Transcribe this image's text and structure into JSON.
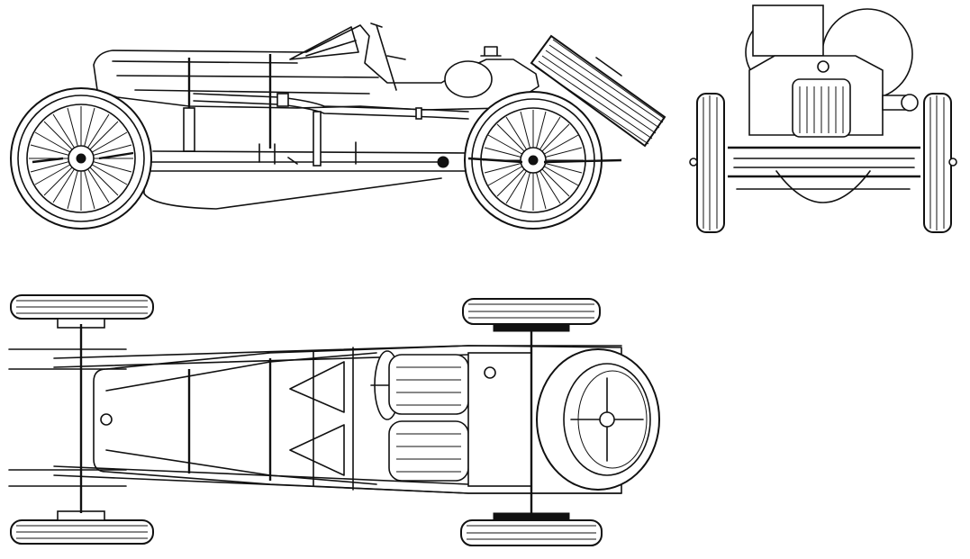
{
  "drawing": {
    "views": [
      {
        "id": "side-view"
      },
      {
        "id": "front-view"
      },
      {
        "id": "top-view"
      }
    ],
    "colors": {
      "line": "#111111",
      "background": "#ffffff"
    }
  }
}
